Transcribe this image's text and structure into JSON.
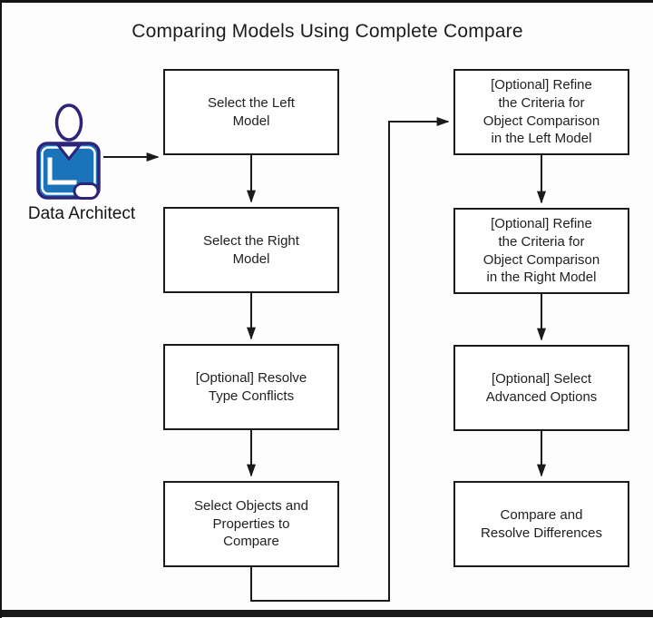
{
  "diagram": {
    "title": "Comparing Models Using Complete Compare",
    "actor": {
      "label": "Data Architect",
      "icon": "person-icon"
    },
    "steps": [
      {
        "id": 1,
        "column": "left",
        "label": "Select the Left\nModel"
      },
      {
        "id": 2,
        "column": "left",
        "label": "Select the Right\nModel"
      },
      {
        "id": 3,
        "column": "left",
        "label": "[Optional] Resolve\nType Conflicts"
      },
      {
        "id": 4,
        "column": "left",
        "label": "Select Objects and\nProperties to\nCompare"
      },
      {
        "id": 5,
        "column": "right",
        "label": "[Optional] Refine\nthe Criteria for\nObject Comparison\nin the Left Model"
      },
      {
        "id": 6,
        "column": "right",
        "label": "[Optional] Refine\nthe Criteria for\nObject Comparison\nin the Right Model"
      },
      {
        "id": 7,
        "column": "right",
        "label": "[Optional] Select\nAdvanced Options"
      },
      {
        "id": 8,
        "column": "right",
        "label": "Compare and\nResolve Differences"
      }
    ],
    "connections": [
      {
        "from": "actor",
        "to": "step-1"
      },
      {
        "from": "step-1",
        "to": "step-2"
      },
      {
        "from": "step-2",
        "to": "step-3"
      },
      {
        "from": "step-3",
        "to": "step-4"
      },
      {
        "from": "step-4",
        "to": "step-5"
      },
      {
        "from": "step-5",
        "to": "step-6"
      },
      {
        "from": "step-6",
        "to": "step-7"
      },
      {
        "from": "step-7",
        "to": "step-8"
      }
    ]
  },
  "colors": {
    "background": "#fdfdfd",
    "canvas_border": "#151515",
    "box_border": "#1a1a1a",
    "arrow": "#1a1a1a",
    "text": "#1f1f1f",
    "person_body_fill": "#1b74ba",
    "person_outline": "#2b2478"
  }
}
